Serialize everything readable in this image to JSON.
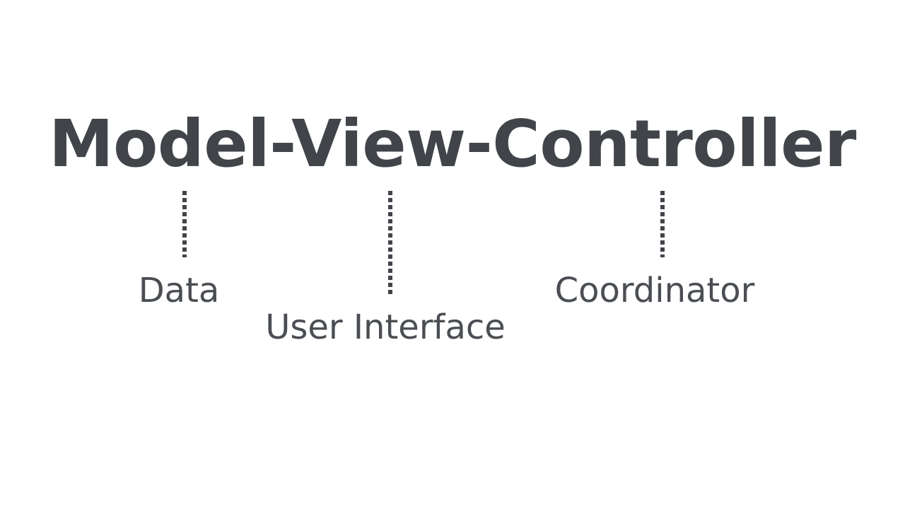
{
  "slide": {
    "background_color": "#ffffff",
    "text_color": "#41454a",
    "title": "Model-View-Controller",
    "title_parts": [
      "Model",
      "View",
      "Controller"
    ]
  },
  "connectors": [
    {
      "name": "model-connector",
      "style": "dotted-vertical-line",
      "dot_color": "#41454a"
    },
    {
      "name": "view-connector",
      "style": "dotted-vertical-line",
      "dot_color": "#41454a"
    },
    {
      "name": "controller-connector",
      "style": "dotted-vertical-line",
      "dot_color": "#41454a"
    }
  ],
  "labels": [
    {
      "key": "model",
      "term": "Model",
      "description": "Data"
    },
    {
      "key": "view",
      "term": "View",
      "description": "User Interface"
    },
    {
      "key": "controller",
      "term": "Controller",
      "description": "Coordinator"
    }
  ]
}
